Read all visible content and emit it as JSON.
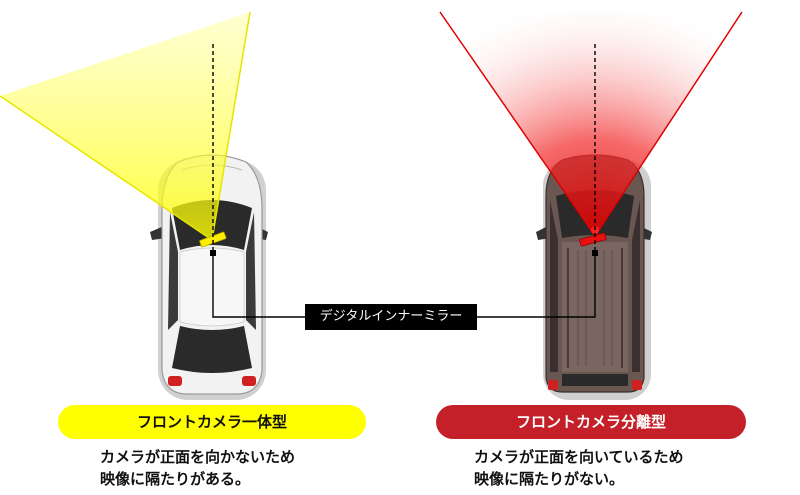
{
  "center_label": "デジタルインナーミラー",
  "left": {
    "pill_label": "フロントカメラ一体型",
    "description_line1": "カメラが正面を向かないため",
    "description_line2": "映像に隔たりがある。"
  },
  "right": {
    "pill_label": "フロントカメラ分離型",
    "description_line1": "カメラが正面を向いているため",
    "description_line2": "映像に隔たりがない。"
  },
  "colors": {
    "left_accent": "#ffff00",
    "right_accent": "#c4202a",
    "left_car_body": "#f2f2f2",
    "right_car_body": "#6b5752",
    "label_bg": "#000000"
  }
}
